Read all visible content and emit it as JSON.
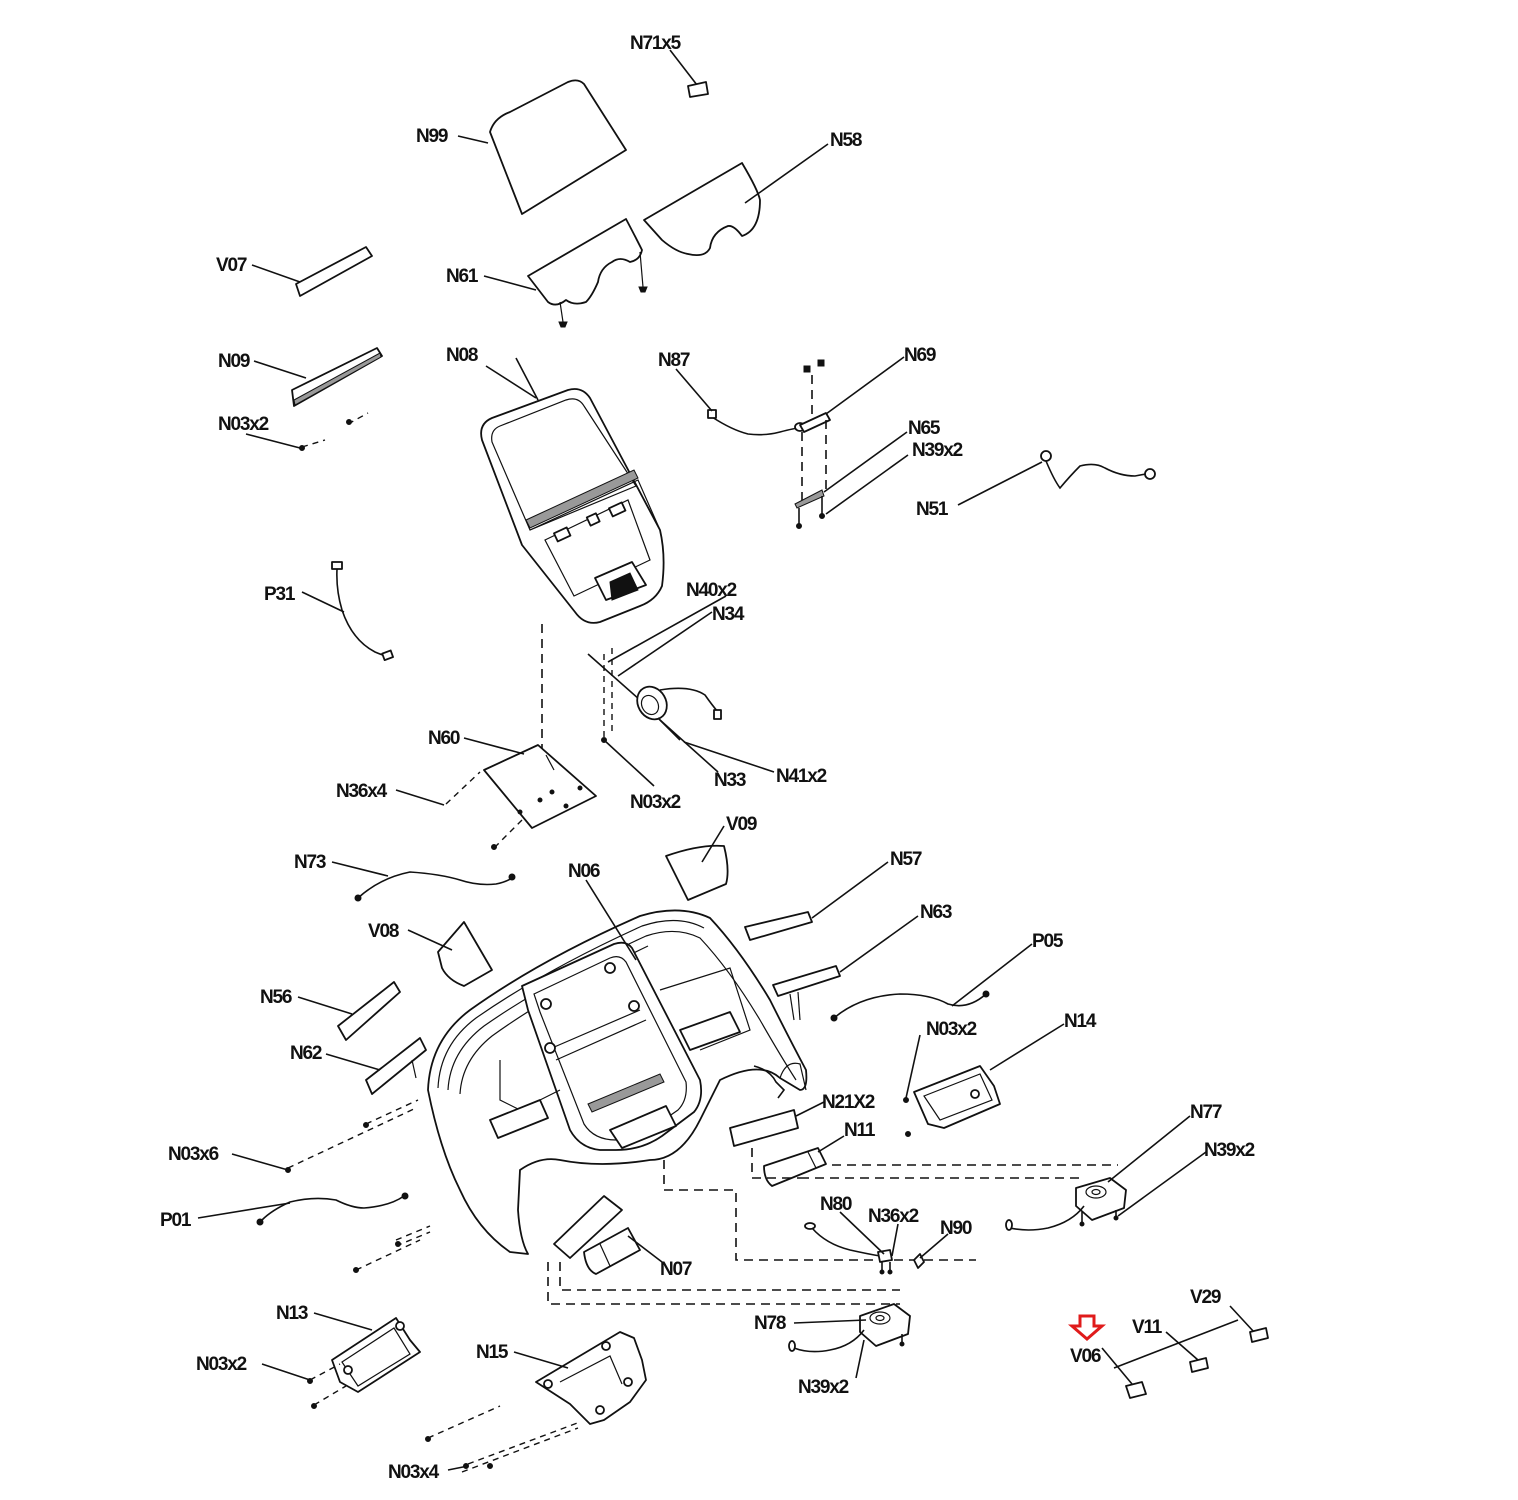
{
  "diagram": {
    "type": "exploded-parts-diagram",
    "highlight_color": "#e01b1b",
    "highlighted_part": "V06",
    "labels": {
      "N71x5": "N71x5",
      "N99": "N99",
      "N58": "N58",
      "V07": "V07",
      "N61": "N61",
      "N09": "N09",
      "N08": "N08",
      "N87": "N87",
      "N69": "N69",
      "N03x2_a": "N03x2",
      "N65": "N65",
      "N39x2_a": "N39x2",
      "N51": "N51",
      "P31": "P31",
      "N40x2": "N40x2",
      "N34": "N34",
      "N60": "N60",
      "N36x4": "N36x4",
      "N33": "N33",
      "N41x2": "N41x2",
      "N03x2_b": "N03x2",
      "V09": "V09",
      "N73": "N73",
      "N06": "N06",
      "N57": "N57",
      "V08": "V08",
      "N63": "N63",
      "P05": "P05",
      "N56": "N56",
      "N62": "N62",
      "N03x2_c": "N03x2",
      "N14": "N14",
      "N21X2": "N21X2",
      "N11": "N11",
      "N77": "N77",
      "N39x2_b": "N39x2",
      "N03x6": "N03x6",
      "N80": "N80",
      "N36x2": "N36x2",
      "N90": "N90",
      "P01": "P01",
      "N07": "N07",
      "N13": "N13",
      "N78": "N78",
      "V29": "V29",
      "V11": "V11",
      "V06": "V06",
      "N03x2_d": "N03x2",
      "N15": "N15",
      "N39x2_c": "N39x2",
      "N03x4": "N03x4"
    }
  }
}
